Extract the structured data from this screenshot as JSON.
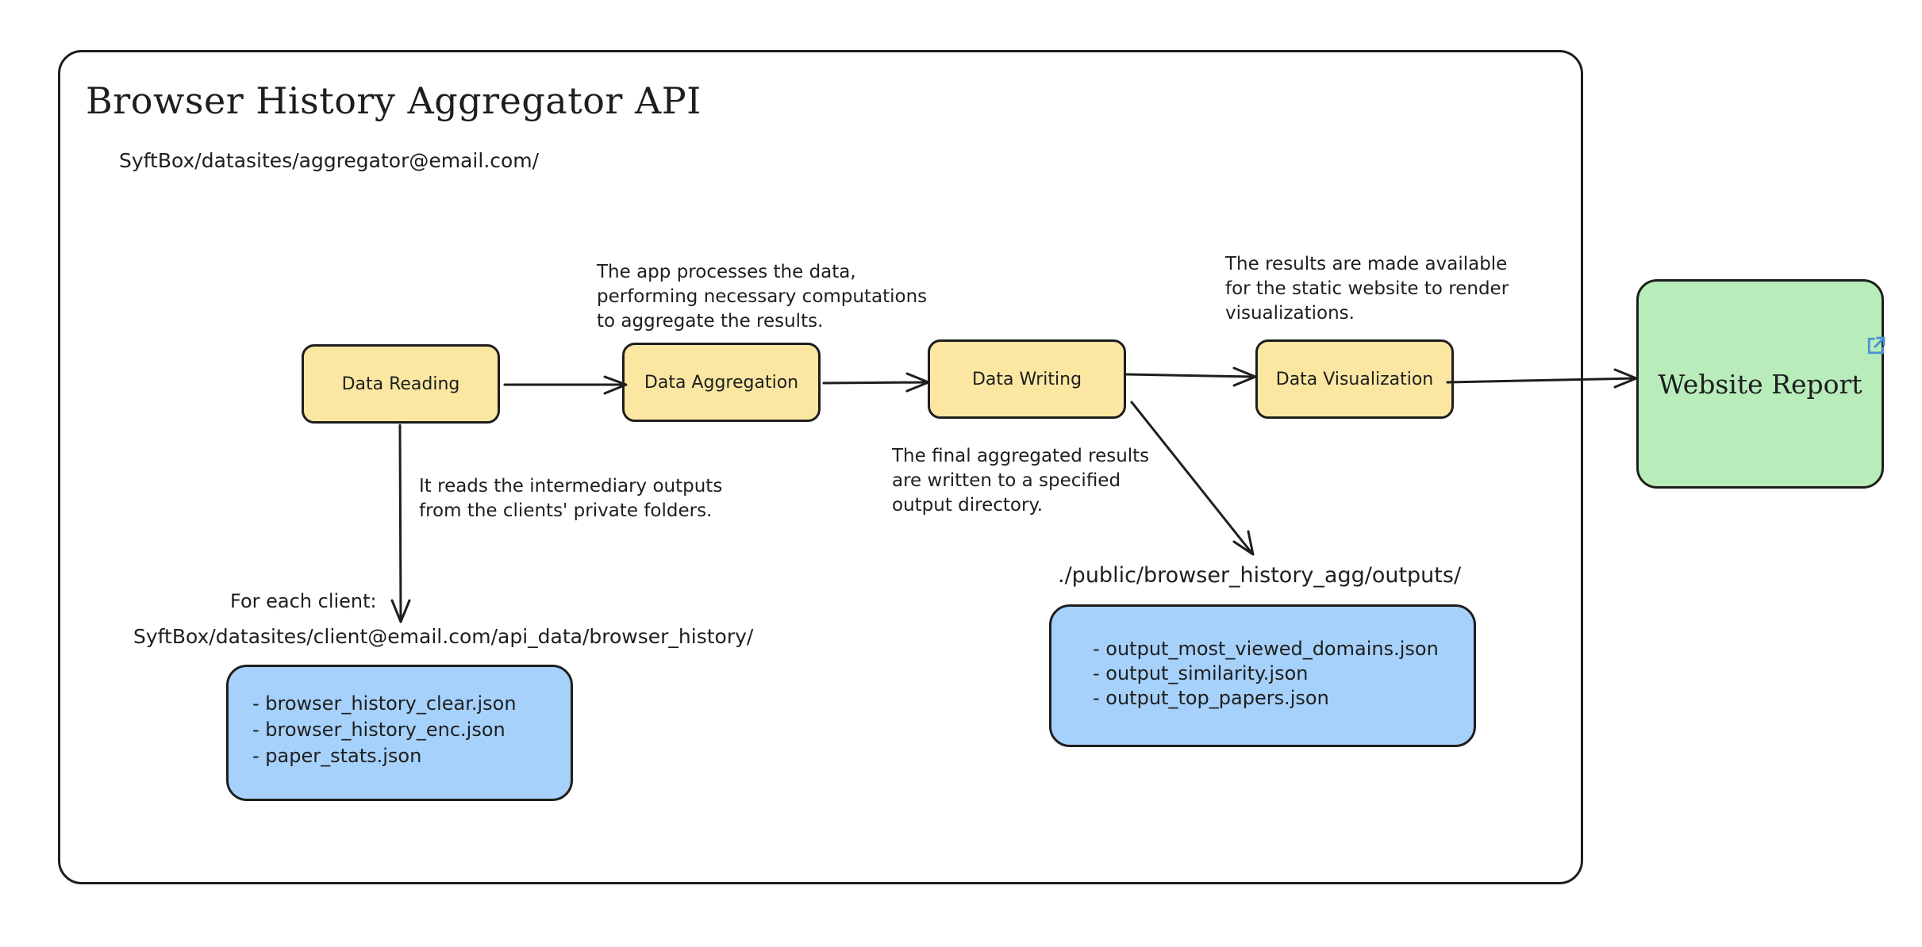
{
  "diagram": {
    "title": "Browser History Aggregator API",
    "aggregator_path": "SyftBox/datasites/aggregator@email.com/",
    "stages": {
      "reading": "Data Reading",
      "aggregation": "Data Aggregation",
      "writing": "Data Writing",
      "visualization": "Data Visualization"
    },
    "notes": {
      "aggregation": "The app processes the data,\nperforming necessary computations\nto aggregate the results.",
      "visualization": "The results are made available\nfor the static website to render\nvisualizations.",
      "reading": "It reads the intermediary outputs\nfrom the clients' private folders.",
      "writing": "The final aggregated results\nare written to a specified\noutput directory."
    },
    "client": {
      "label": "For each client:",
      "path": "SyftBox/datasites/client@email.com/api_data/browser_history/",
      "files": [
        "- browser_history_clear.json",
        "- browser_history_enc.json",
        "- paper_stats.json"
      ]
    },
    "output": {
      "path": "./public/browser_history_agg/outputs/",
      "files": [
        "- output_most_viewed_domains.json",
        "- output_similarity.json",
        "- output_top_papers.json"
      ]
    },
    "report": {
      "label": "Website Report",
      "icon": "external-link-icon",
      "color": "#b8ecbb"
    },
    "colors": {
      "stage": "#fbe7a2",
      "files": "#a6d1fb",
      "stroke": "#1e1e1e",
      "link": "#4a90d9"
    }
  }
}
